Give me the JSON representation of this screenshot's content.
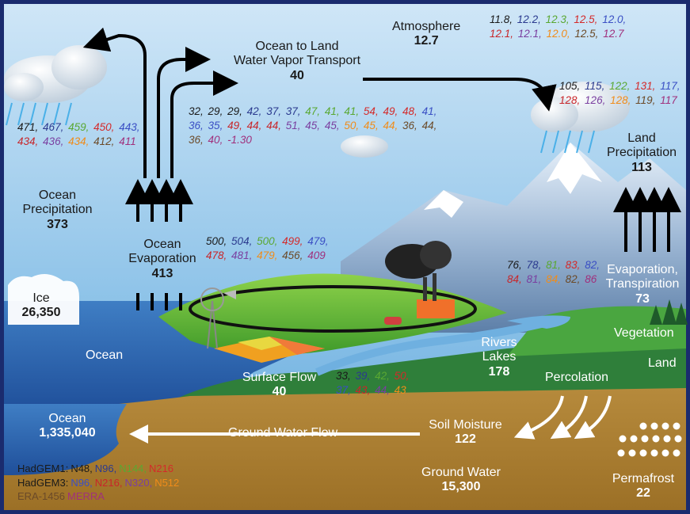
{
  "colors": {
    "HadGEM1_N48": "#1a1a1a",
    "HadGEM1_N96": "#2b3a8f",
    "HadGEM1_N144": "#5aa832",
    "HadGEM1_N216": "#d42a2a",
    "HadGEM3_N96": "#3a4fc4",
    "HadGEM3_N216": "#c8262a",
    "HadGEM3_N320": "#7a3fa0",
    "HadGEM3_N512": "#f08c1a",
    "ERA_1456": "#6b4a28",
    "MERRA": "#a0307c"
  },
  "labels": {
    "atmosphere": {
      "name": "Atmosphere",
      "value": "12.7"
    },
    "ocean_to_land": {
      "line1": "Ocean to Land",
      "line2": "Water Vapor Transport",
      "value": "40"
    },
    "ocean_precip": {
      "line1": "Ocean",
      "line2": "Precipitation",
      "value": "373"
    },
    "ocean_evap": {
      "line1": "Ocean",
      "line2": "Evaporation",
      "value": "413"
    },
    "land_precip": {
      "line1": "Land",
      "line2": "Precipitation",
      "value": "113"
    },
    "evap_transp": {
      "line1": "Evaporation,",
      "line2": "Transpiration",
      "value": "73"
    },
    "ice": {
      "name": "Ice",
      "value": "26,350"
    },
    "ocean": {
      "name": "Ocean"
    },
    "surface_flow": {
      "name": "Surface Flow",
      "value": "40"
    },
    "rivers": {
      "line1": "Rivers",
      "line2": "Lakes",
      "value": "178"
    },
    "vegetation": {
      "name": "Vegetation"
    },
    "land": {
      "name": "Land"
    },
    "percolation": {
      "name": "Percolation"
    },
    "ocean_store": {
      "name": "Ocean",
      "value": "1,335,040"
    },
    "ground_water_flow": {
      "name": "Ground Water Flow"
    },
    "soil_moisture": {
      "name": "Soil Moisture",
      "value": "122"
    },
    "ground_water": {
      "name": "Ground Water",
      "value": "15,300"
    },
    "permafrost": {
      "name": "Permafrost",
      "value": "22"
    }
  },
  "model_values": {
    "atmosphere": [
      {
        "v": "11.8",
        "c": "HadGEM1_N48"
      },
      {
        "v": "12.2",
        "c": "HadGEM1_N96"
      },
      {
        "v": "12.3",
        "c": "HadGEM1_N144"
      },
      {
        "v": "12.5",
        "c": "HadGEM1_N216"
      },
      {
        "v": "12.0",
        "c": "HadGEM3_N96"
      },
      {
        "v": "12.1",
        "c": "HadGEM3_N216"
      },
      {
        "v": "12.1",
        "c": "HadGEM3_N320"
      },
      {
        "v": "12.0",
        "c": "HadGEM3_N512"
      },
      {
        "v": "12.5",
        "c": "ERA_1456"
      },
      {
        "v": "12.7",
        "c": "MERRA"
      }
    ],
    "ocean_precip": [
      {
        "v": "471",
        "c": "HadGEM1_N48"
      },
      {
        "v": "467",
        "c": "HadGEM1_N96"
      },
      {
        "v": "459",
        "c": "HadGEM1_N144"
      },
      {
        "v": "450",
        "c": "HadGEM1_N216"
      },
      {
        "v": "443",
        "c": "HadGEM3_N96"
      },
      {
        "v": "434",
        "c": "HadGEM3_N216"
      },
      {
        "v": "436",
        "c": "HadGEM3_N320"
      },
      {
        "v": "434",
        "c": "HadGEM3_N512"
      },
      {
        "v": "412",
        "c": "ERA_1456"
      },
      {
        "v": "411",
        "c": "MERRA"
      }
    ],
    "transport": [
      {
        "v": "32",
        "c": "HadGEM1_N48"
      },
      {
        "v": "29",
        "c": "HadGEM1_N48"
      },
      {
        "v": "29",
        "c": "HadGEM1_N48"
      },
      {
        "v": "42",
        "c": "HadGEM1_N96"
      },
      {
        "v": "37",
        "c": "HadGEM1_N96"
      },
      {
        "v": "37",
        "c": "HadGEM1_N96"
      },
      {
        "v": "47",
        "c": "HadGEM1_N144"
      },
      {
        "v": "41",
        "c": "HadGEM1_N144"
      },
      {
        "v": "41",
        "c": "HadGEM1_N144"
      },
      {
        "v": "54",
        "c": "HadGEM1_N216"
      },
      {
        "v": "49",
        "c": "HadGEM1_N216"
      },
      {
        "v": "48",
        "c": "HadGEM1_N216"
      },
      {
        "v": "41",
        "c": "HadGEM3_N96"
      },
      {
        "v": "36",
        "c": "HadGEM3_N96"
      },
      {
        "v": "35",
        "c": "HadGEM3_N96"
      },
      {
        "v": "49",
        "c": "HadGEM3_N216"
      },
      {
        "v": "44",
        "c": "HadGEM3_N216"
      },
      {
        "v": "44",
        "c": "HadGEM3_N216"
      },
      {
        "v": "51",
        "c": "HadGEM3_N320"
      },
      {
        "v": "45",
        "c": "HadGEM3_N320"
      },
      {
        "v": "45",
        "c": "HadGEM3_N320"
      },
      {
        "v": "50",
        "c": "HadGEM3_N512"
      },
      {
        "v": "45",
        "c": "HadGEM3_N512"
      },
      {
        "v": "44",
        "c": "HadGEM3_N512"
      },
      {
        "v": "36",
        "c": "ERA_1456"
      },
      {
        "v": "44",
        "c": "ERA_1456"
      },
      {
        "v": "36",
        "c": "ERA_1456"
      },
      {
        "v": "40",
        "c": "MERRA"
      },
      {
        "v": "-1.30",
        "c": "MERRA"
      }
    ],
    "land_precip": [
      {
        "v": "105",
        "c": "HadGEM1_N48"
      },
      {
        "v": "115",
        "c": "HadGEM1_N96"
      },
      {
        "v": "122",
        "c": "HadGEM1_N144"
      },
      {
        "v": "131",
        "c": "HadGEM1_N216"
      },
      {
        "v": "117",
        "c": "HadGEM3_N96"
      },
      {
        "v": "128",
        "c": "HadGEM3_N216"
      },
      {
        "v": "126",
        "c": "HadGEM3_N320"
      },
      {
        "v": "128",
        "c": "HadGEM3_N512"
      },
      {
        "v": "119",
        "c": "ERA_1456"
      },
      {
        "v": "117",
        "c": "MERRA"
      }
    ],
    "ocean_evap": [
      {
        "v": "500",
        "c": "HadGEM1_N48"
      },
      {
        "v": "504",
        "c": "HadGEM1_N96"
      },
      {
        "v": "500",
        "c": "HadGEM1_N144"
      },
      {
        "v": "499",
        "c": "HadGEM1_N216"
      },
      {
        "v": "479",
        "c": "HadGEM3_N96"
      },
      {
        "v": "478",
        "c": "HadGEM3_N216"
      },
      {
        "v": "481",
        "c": "HadGEM3_N320"
      },
      {
        "v": "479",
        "c": "HadGEM3_N512"
      },
      {
        "v": "456",
        "c": "ERA_1456"
      },
      {
        "v": "409",
        "c": "MERRA"
      }
    ],
    "evap_transp": [
      {
        "v": "76",
        "c": "HadGEM1_N48"
      },
      {
        "v": "78",
        "c": "HadGEM1_N96"
      },
      {
        "v": "81",
        "c": "HadGEM1_N144"
      },
      {
        "v": "83",
        "c": "HadGEM1_N216"
      },
      {
        "v": "82",
        "c": "HadGEM3_N96"
      },
      {
        "v": "84",
        "c": "HadGEM3_N216"
      },
      {
        "v": "81",
        "c": "HadGEM3_N320"
      },
      {
        "v": "84",
        "c": "HadGEM3_N512"
      },
      {
        "v": "82",
        "c": "ERA_1456"
      },
      {
        "v": "86",
        "c": "MERRA"
      }
    ],
    "surface_flow": [
      {
        "v": "33",
        "c": "HadGEM1_N48"
      },
      {
        "v": "39",
        "c": "HadGEM1_N96"
      },
      {
        "v": "42",
        "c": "HadGEM1_N144"
      },
      {
        "v": "50",
        "c": "HadGEM1_N216"
      },
      {
        "v": "37",
        "c": "HadGEM3_N96"
      },
      {
        "v": "43",
        "c": "HadGEM3_N216"
      },
      {
        "v": "44",
        "c": "HadGEM3_N320"
      },
      {
        "v": "43",
        "c": "HadGEM3_N512"
      }
    ]
  },
  "legend": {
    "row1": [
      {
        "t": "HadGEM1:",
        "c": "HadGEM1_N48"
      },
      {
        "t": "N48,",
        "c": "HadGEM1_N48"
      },
      {
        "t": "N96,",
        "c": "HadGEM1_N96"
      },
      {
        "t": "N144,",
        "c": "HadGEM1_N144"
      },
      {
        "t": "N216",
        "c": "HadGEM1_N216"
      }
    ],
    "row2": [
      {
        "t": "HadGEM3:",
        "c": "HadGEM1_N48"
      },
      {
        "t": "N96,",
        "c": "HadGEM3_N96"
      },
      {
        "t": "N216,",
        "c": "HadGEM3_N216"
      },
      {
        "t": "N320,",
        "c": "HadGEM3_N320"
      },
      {
        "t": "N512",
        "c": "HadGEM3_N512"
      }
    ],
    "row3": [
      {
        "t": "ERA-1456",
        "c": "ERA_1456"
      },
      {
        "t": "MERRA",
        "c": "MERRA"
      }
    ]
  }
}
